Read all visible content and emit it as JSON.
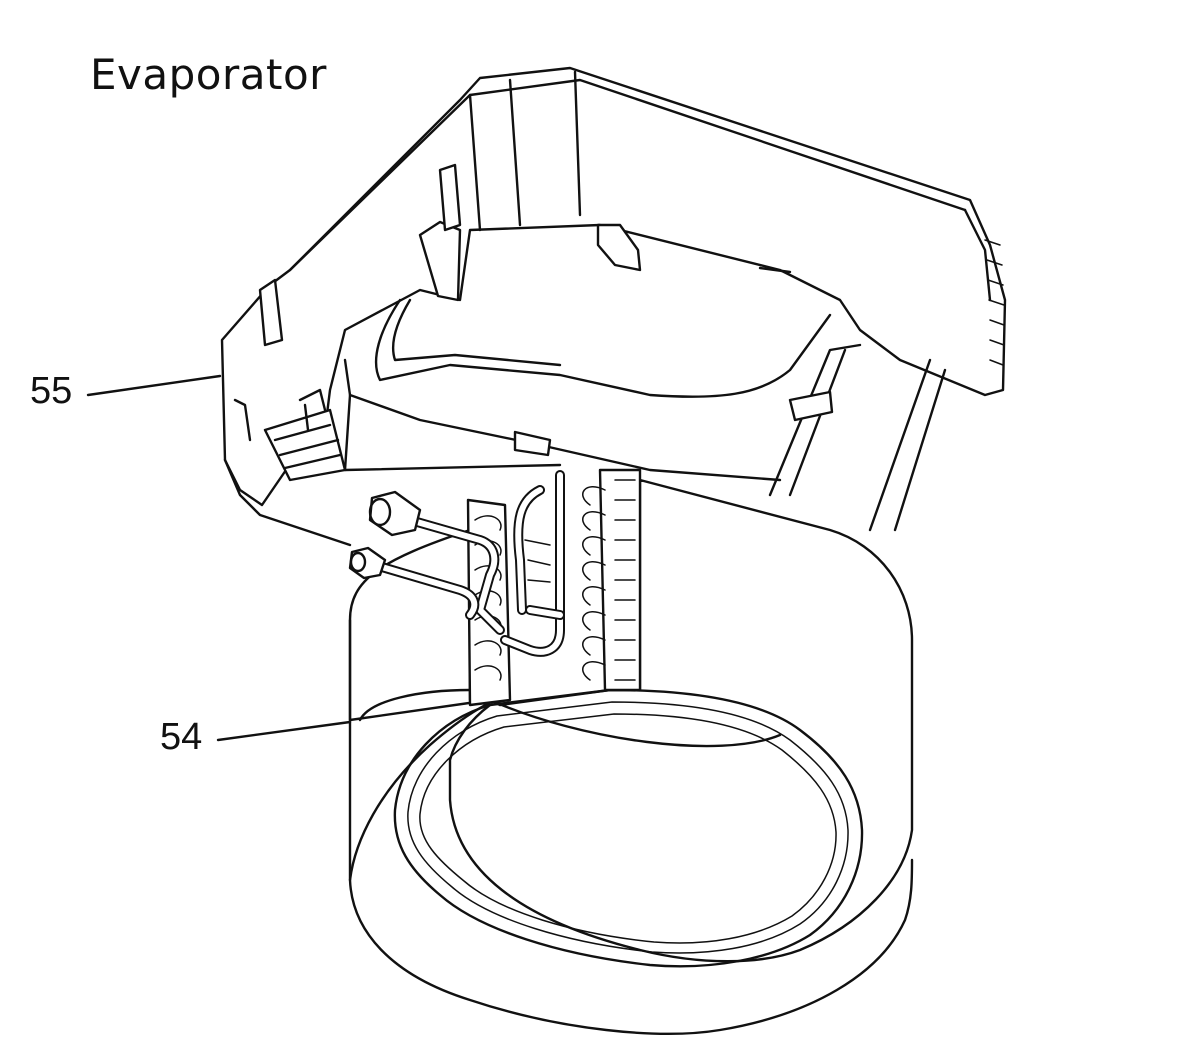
{
  "diagram": {
    "title": "Evaporator",
    "callouts": [
      {
        "id": "55",
        "label": "55"
      },
      {
        "id": "54",
        "label": "54"
      }
    ],
    "colors": {
      "line": "#111111",
      "background": "#ffffff"
    }
  }
}
